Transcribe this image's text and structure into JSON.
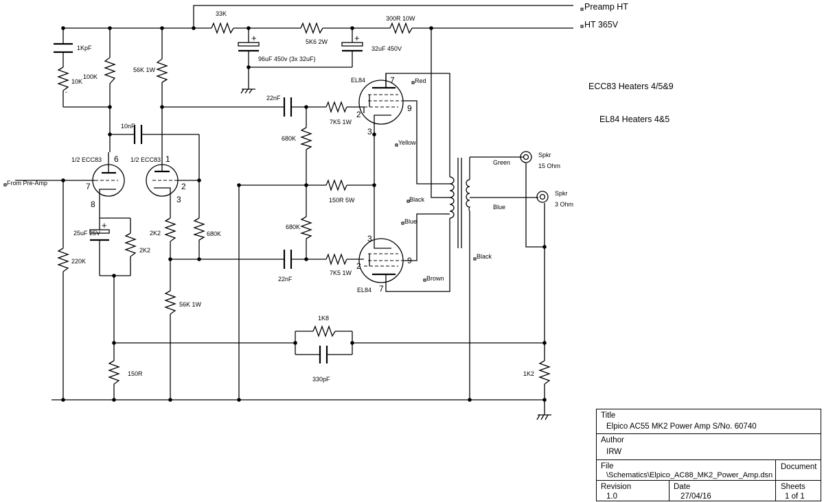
{
  "labels": {
    "preamp_ht": "Preamp HT",
    "ht_365v": "HT 365V",
    "r_33k": "33K",
    "r_5k6": "5K6 2W",
    "r_300r": "300R 10W",
    "c_96uf": "96uF 450v (3x 32uF)",
    "c_32uf": "32uF 450V",
    "c_1kpf": "1KpF",
    "r_10k": "10K",
    "r_100k": "100K",
    "r_56k_top": "56K 1W",
    "c_10nf": "10nF",
    "c_22nf_top": "22nF",
    "c_22nf_bot": "22nF",
    "r_7k5_top": "7K5 1W",
    "r_7k5_bot": "7K5 1W",
    "r_680k_a": "680K",
    "r_680k_b": "680K",
    "r_680k_c": "680K",
    "r_150r_5w": "150R 5W",
    "el84_top": "EL84",
    "el84_bot": "EL84",
    "ecc83_left": "1/2 ECC83",
    "ecc83_right": "1/2 ECC83",
    "from_preamp": "From Pre-Amp",
    "c_25uf": "25uF 25V",
    "r_2k2_a": "2K2",
    "r_2k2_b": "2K2",
    "r_220k": "220K",
    "r_56k_bot": "56K 1W",
    "r_1k8": "1K8",
    "c_330pf": "330pF",
    "r_150r": "150R",
    "r_1k2": "1K2",
    "wire_red": "Red",
    "wire_yellow": "Yellow",
    "wire_black_a": "Black",
    "wire_blue_a": "Blue",
    "wire_brown": "Brown",
    "wire_black_b": "Black",
    "wire_green": "Green",
    "wire_blue_b": "Blue",
    "spkr1": "Spkr",
    "spkr1_imp": "15 Ohm",
    "spkr2": "Spkr",
    "spkr2_imp": "3 Ohm",
    "minus": "-"
  },
  "pins": {
    "v1a_grid": "7",
    "v1a_plate": "6",
    "v1a_cathode": "8",
    "v1b_grid": "2",
    "v1b_plate": "1",
    "v1b_cathode": "3",
    "el_top_grid": "2",
    "el_top_plate": "7",
    "el_top_g2": "9",
    "el_top_cathode": "3",
    "el_bot_grid": "2",
    "el_bot_plate": "7",
    "el_bot_g2": "9",
    "el_bot_cathode": "3"
  },
  "notes": {
    "ecc83_heaters": "ECC83 Heaters 4/5&9",
    "el84_heaters": "EL84 Heaters 4&5"
  },
  "title_block": {
    "title_label": "Title",
    "title_value": "Elpico AC55 MK2 Power Amp S/No. 60740",
    "author_label": "Author",
    "author_value": "IRW",
    "file_label": "File",
    "file_value": "\\Schematics\\Elpico_AC88_MK2_Power_Amp.dsn",
    "document_label": "Document",
    "revision_label": "Revision",
    "revision_value": "1.0",
    "date_label": "Date",
    "date_value": "27/04/16",
    "sheets_label": "Sheets",
    "sheets_value": "1 of 1"
  }
}
